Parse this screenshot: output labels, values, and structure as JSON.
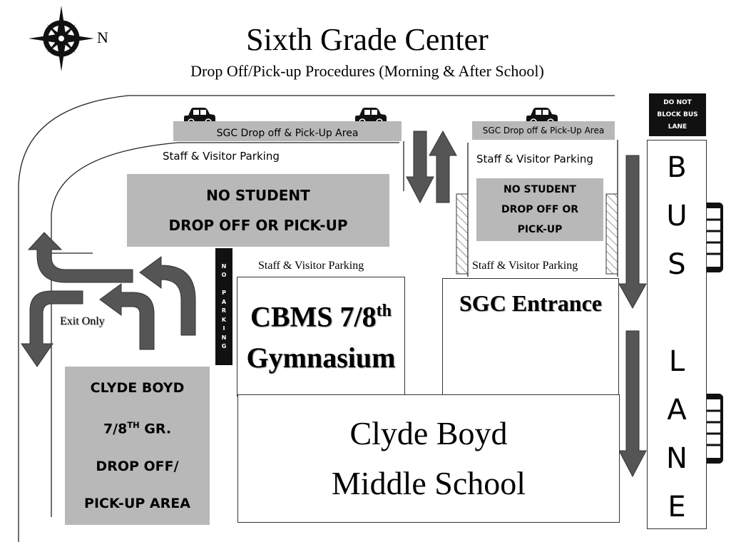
{
  "title": "Sixth Grade Center",
  "subtitle": "Drop Off/Pick-up Procedures (Morning & After School)",
  "compass": {
    "label": "N",
    "icon": "compass-rose-icon"
  },
  "zones": {
    "sgc_dropoff_left": "SGC Drop off & Pick-Up Area",
    "sgc_dropoff_right": "SGC Drop off & Pick-Up Area",
    "staff_parking_top_left": "Staff & Visitor Parking",
    "staff_parking_top_right": "Staff & Visitor Parking",
    "staff_parking_mid_left": "Staff & Visitor Parking",
    "staff_parking_mid_right": "Staff & Visitor Parking",
    "no_student_left": [
      "NO STUDENT",
      "DROP OFF OR PICK-UP"
    ],
    "no_student_right": [
      "NO STUDENT",
      "DROP OFF OR",
      "PICK-UP"
    ],
    "exit_only": "Exit Only",
    "no_parking_letters": [
      "N",
      "O",
      "",
      "P",
      "A",
      "R",
      "K",
      "I",
      "N",
      "G"
    ],
    "do_not_block": [
      "DO NOT",
      "BLOCK BUS",
      "LANE"
    ],
    "bus_lane_letters": [
      "B",
      "U",
      "S",
      "",
      "L",
      "A",
      "N",
      "E"
    ]
  },
  "buildings": {
    "gym": {
      "line1": "CBMS 7/8",
      "sup": "th",
      "line2": "Gymnasium"
    },
    "sgc_entrance": "SGC Entrance",
    "school": {
      "line1": "Clyde Boyd",
      "line2": "Middle School"
    },
    "clyde_boyd_dropoff": {
      "line1": "CLYDE BOYD",
      "line2a": "7/8",
      "line2sup": "TH",
      "line2b": " GR.",
      "line3": "DROP OFF/",
      "line4": "PICK-UP AREA"
    }
  },
  "icons": [
    "car-icon",
    "bus-icon",
    "arrow-icon",
    "compass-rose-icon"
  ],
  "colors": {
    "arrow": "#555555",
    "zone_gray": "#b8b8b8",
    "no_parking_bg": "#111111"
  }
}
